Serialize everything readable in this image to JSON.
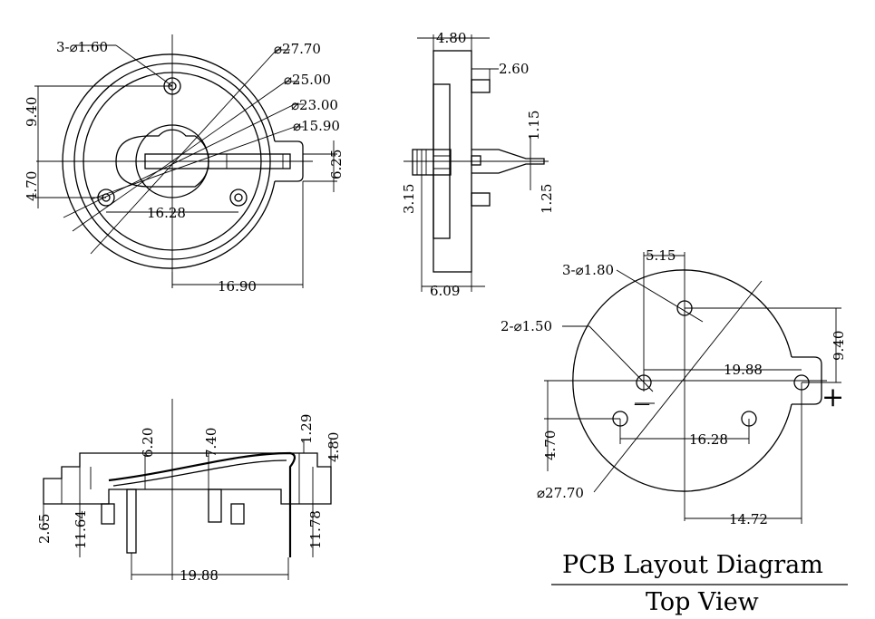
{
  "front_view": {
    "labels": {
      "holes": "3-⌀1.60",
      "d1": "⌀27.70",
      "d2": "⌀25.00",
      "d3": "⌀23.00",
      "d4": "⌀15.90",
      "v_top": "9.40",
      "v_bottom": "4.70",
      "v_right": "6.25",
      "hole_span": "16.28",
      "width": "16.90"
    }
  },
  "side_view": {
    "labels": {
      "top_width": "4.80",
      "pin_len": "2.60",
      "pin_top": "1.15",
      "pin_bottom": "1.25",
      "height": "3.15",
      "bottom_width": "6.09"
    }
  },
  "section_view": {
    "labels": {
      "d_620": "6.20",
      "d_740": "7.40",
      "d_129": "1.29",
      "d_480": "4.80",
      "d_265": "2.65",
      "d_1164": "11.64",
      "d_1178": "11.78",
      "d_1988": "19.88"
    }
  },
  "pcb_view": {
    "labels": {
      "holes_3": "3-⌀1.80",
      "holes_2": "2-⌀1.50",
      "d_515": "5.15",
      "d_940": "9.40",
      "d_1988": "19.88",
      "d_470": "4.70",
      "d_1628": "16.28",
      "d_2770": "⌀27.70",
      "d_1472": "14.72"
    },
    "plus_sign": "+",
    "minus_sign": "—"
  },
  "title": {
    "main": "PCB Layout Diagram",
    "sub": "Top View"
  }
}
